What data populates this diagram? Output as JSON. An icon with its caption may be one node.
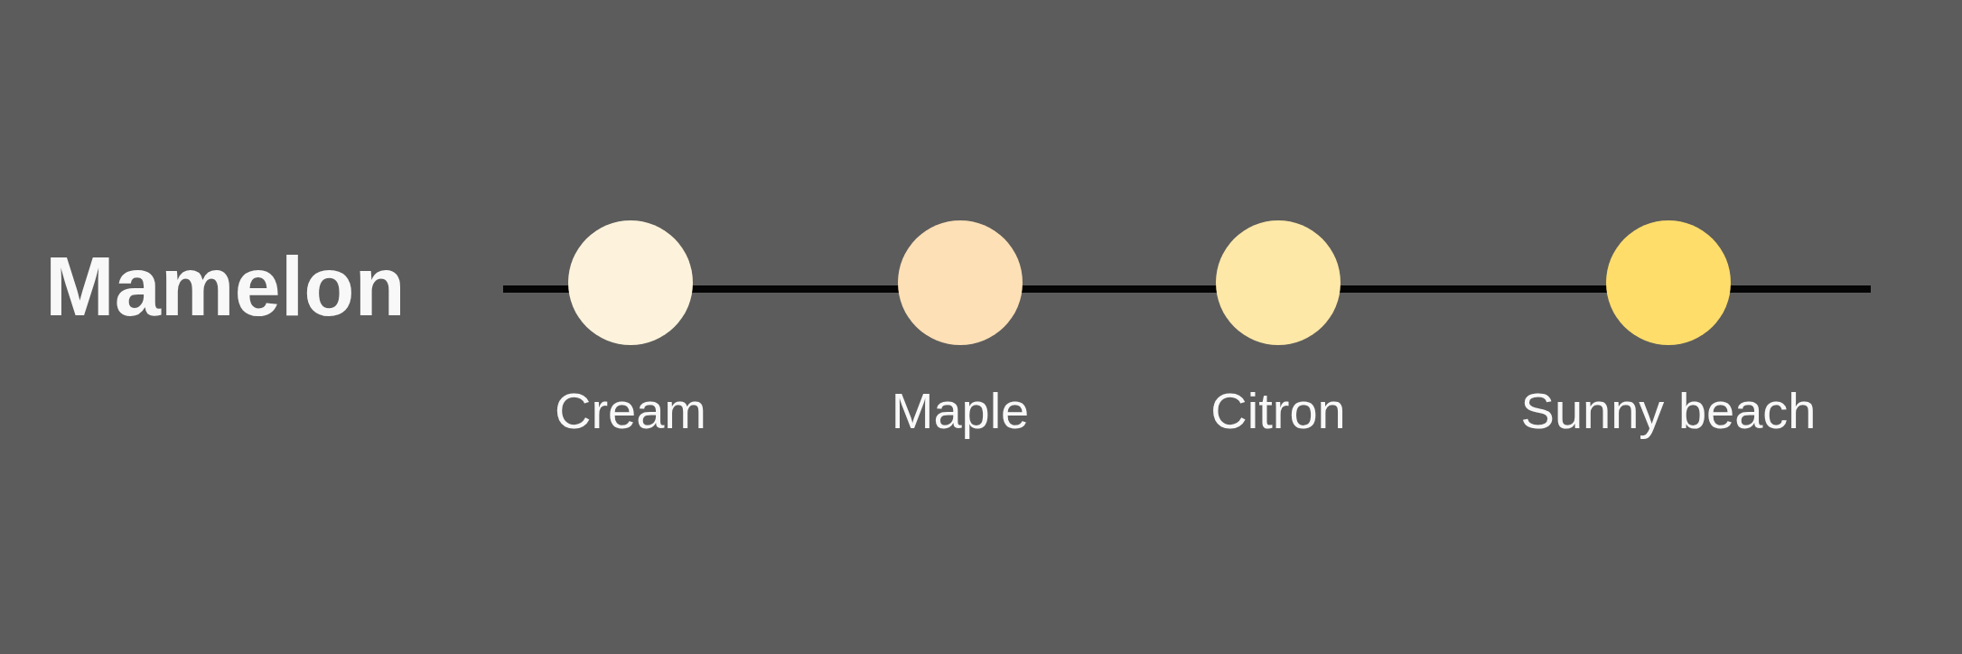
{
  "diagram": {
    "title": "Mamelon",
    "legend": [
      {
        "text": "Cream",
        "color": "#fdf3dc"
      },
      {
        "text": "Maple",
        "color": "#fde0b6"
      },
      {
        "text": "Citron",
        "color": "#fee8a8"
      },
      {
        "text": "Sunny beach",
        "color": "#ffdd6b"
      }
    ]
  }
}
